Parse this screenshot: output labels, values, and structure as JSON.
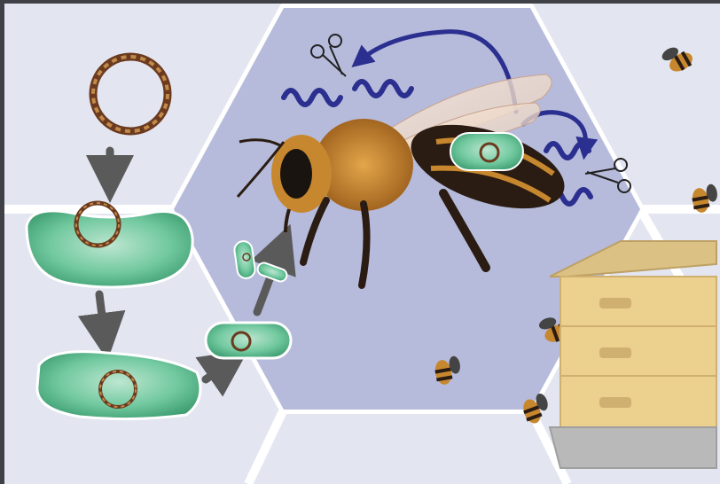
{
  "colors": {
    "frame_top": "#3f4147",
    "background": "#e3e6f1",
    "hex_gap": "#ffffff",
    "hex_center": "#b6bbdb",
    "bacterium_light": "#bde6d0",
    "bacterium": "#6fc79c",
    "bacterium_dark": "#3f9e72",
    "plasmid_brown": "#6b3a1f",
    "plasmid_tan": "#c08a4a",
    "process_arrow": "#5a5a5a",
    "rna_wave": "#2b2f8f",
    "bee_fuzz": "#c7872e",
    "bee_dark": "#2a1c12",
    "hive_wood": "#ecd08e",
    "hive_shadow": "#cfb070",
    "hive_roof": "#dcc184",
    "hive_base": "#b9b9b9"
  },
  "diagram": {
    "steps": [
      {
        "id": "plasmid",
        "icon": "plasmid-icon"
      },
      {
        "id": "transformed-bacterium",
        "icon": "bacterium-icon"
      },
      {
        "id": "engineered-bacterium",
        "icon": "bacterium-icon"
      },
      {
        "id": "small-bacterium-feeding",
        "icon": "bacterium-icon"
      },
      {
        "id": "bee-gut-colonization",
        "icon": "bee-icon"
      },
      {
        "id": "rna-targeting",
        "icon": "rna-wave-icon"
      },
      {
        "id": "gene-cutting",
        "icon": "scissors-icon"
      },
      {
        "id": "hive-spread",
        "icon": "beehive-icon"
      }
    ]
  }
}
